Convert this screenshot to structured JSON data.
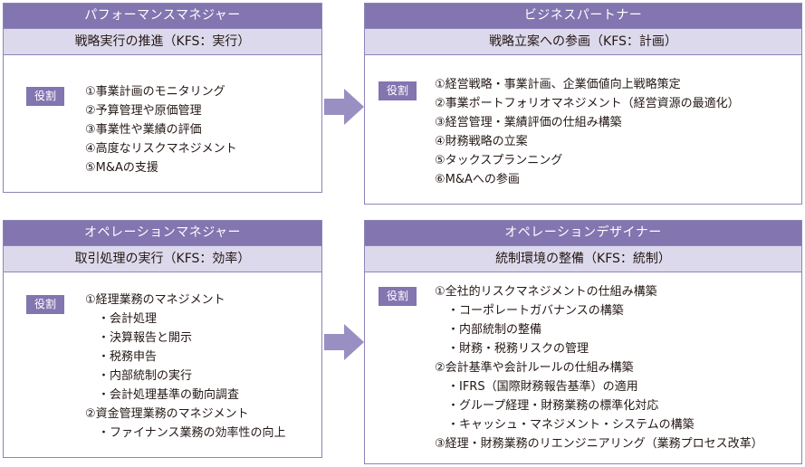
{
  "role_label": "役割",
  "boxes": [
    {
      "title": "パフォーマンスマネジャー",
      "subtitle": "戦略実行の推進（KFS：実行）",
      "items": [
        "①事業計画のモニタリング",
        "②予算管理や原価管理",
        "③事業性や業績の評価",
        "④高度なリスクマネジメント",
        "⑤M&Aの支援"
      ]
    },
    {
      "title": "ビジネスパートナー",
      "subtitle": "戦略立案への参画（KFS：計画）",
      "items": [
        "①経営戦略・事業計画、企業価値向上戦略策定",
        "②事業ポートフォリオマネジメント（経営資源の最適化）",
        "③経営管理・業績評価の仕組み構築",
        "④財務戦略の立案",
        "⑤タックスプランニング",
        "⑥M&Aへの参画"
      ]
    },
    {
      "title": "オペレーションマネジャー",
      "subtitle": "取引処理の実行（KFS：効率）",
      "items": [
        "①経理業務のマネジメント",
        "・会計処理",
        "・決算報告と開示",
        "・税務申告",
        "・内部統制の実行",
        "・会計処理基準の動向調査",
        "②資金管理業務のマネジメント",
        "・ファイナンス業務の効率性の向上"
      ]
    },
    {
      "title": "オペレーションデザイナー",
      "subtitle": "統制環境の整備（KFS：統制）",
      "items": [
        "①全社的リスクマネジメントの仕組み構築",
        "・コーポレートガバナンスの構築",
        "・内部統制の整備",
        "・財務・税務リスクの管理",
        "②会計基準や会計ルールの仕組み構築",
        "・IFRS（国際財務報告基準）の適用",
        "・グループ経理・財務業務の標準化対応",
        "・キャッシュ・マネジメント・システムの構築",
        "③経理・財務業務のリエンジニアリング（業務プロセス改革）"
      ]
    }
  ],
  "colors": {
    "header": "#8275b0",
    "subheader": "#ddd9ec",
    "border": "#8e84b8",
    "arrow": "#9a8fc2"
  }
}
